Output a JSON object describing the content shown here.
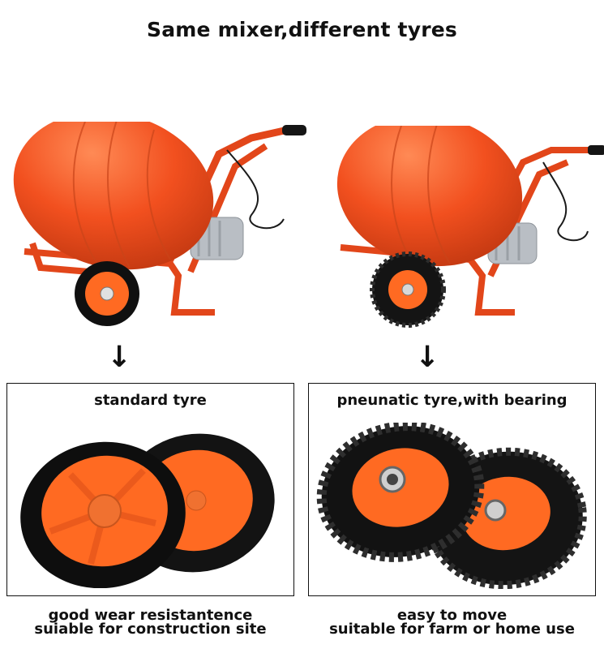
{
  "title": "Same mixer,different tyres",
  "arrow_symbol": "↓",
  "left": {
    "box_title": "standard tyre",
    "caption_line1": "good wear resistantence",
    "caption_line2": "suiable for construction site"
  },
  "right": {
    "box_title": "pneunatic tyre,with bearing",
    "caption_line1": "easy to move",
    "caption_line2": "suitable for farm or home use"
  },
  "colors": {
    "drum": "#f2501f",
    "frame": "#e2461a",
    "hub": "#ff6a22",
    "tyre": "#101010",
    "motor": "#b9bec4"
  }
}
